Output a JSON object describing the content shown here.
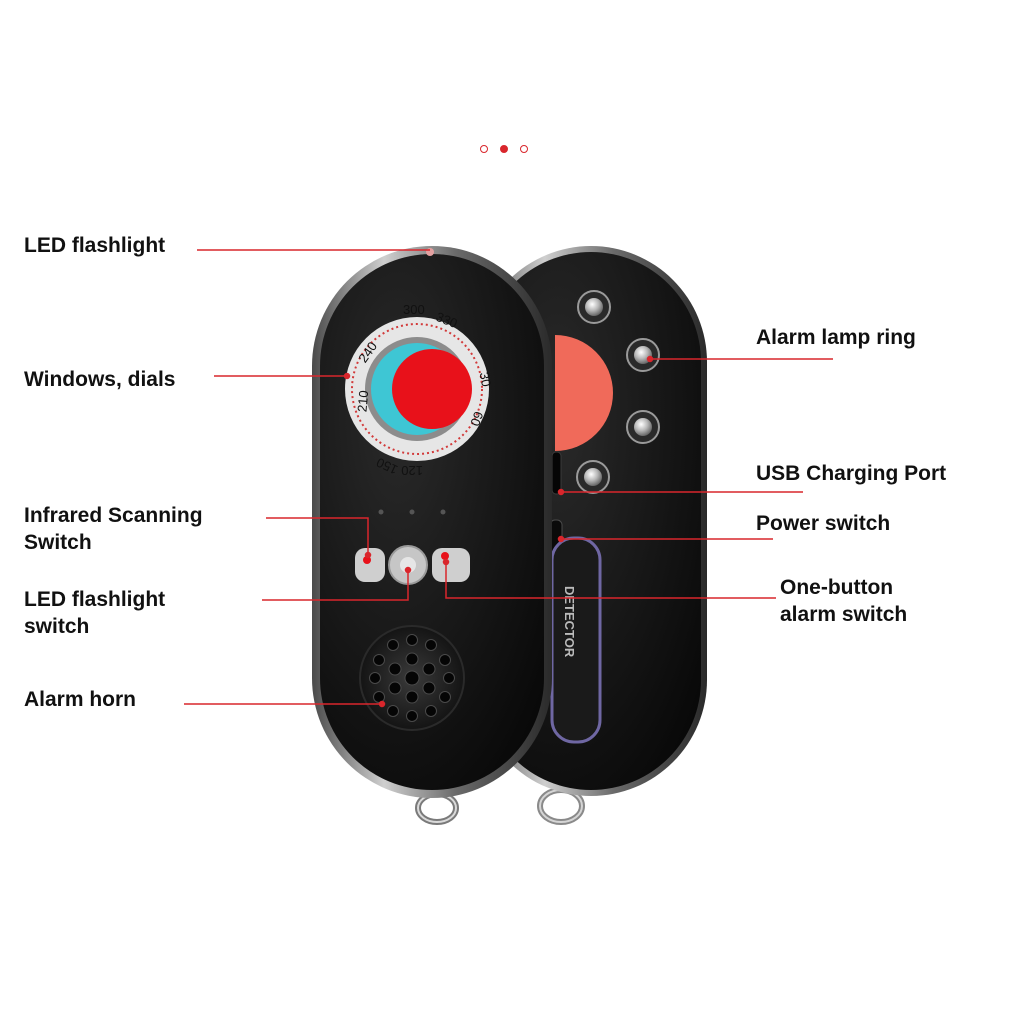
{
  "carousel": {
    "count": 3,
    "active_index": 1,
    "accent_color": "#d9262c"
  },
  "labels": {
    "led_flashlight": "LED flashlight",
    "windows_dials": "Windows, dials",
    "infrared_line1": "Infrared Scanning",
    "infrared_line2": "Switch",
    "led_switch_line1": "LED flashlight",
    "led_switch_line2": "switch",
    "alarm_horn": "Alarm horn",
    "alarm_lamp_ring": "Alarm lamp ring",
    "usb_port": "USB Charging Port",
    "power_switch": "Power switch",
    "one_button_line1": "One-button",
    "one_button_line2": "alarm switch"
  },
  "device": {
    "dial_numbers": [
      "300",
      "330",
      "30",
      "60",
      "120",
      "150",
      "210",
      "240"
    ],
    "side_text": "DETECTOR",
    "body_color": "#111111",
    "lens_color": "#e8111a",
    "lens_cyan": "#3ec6d4"
  }
}
